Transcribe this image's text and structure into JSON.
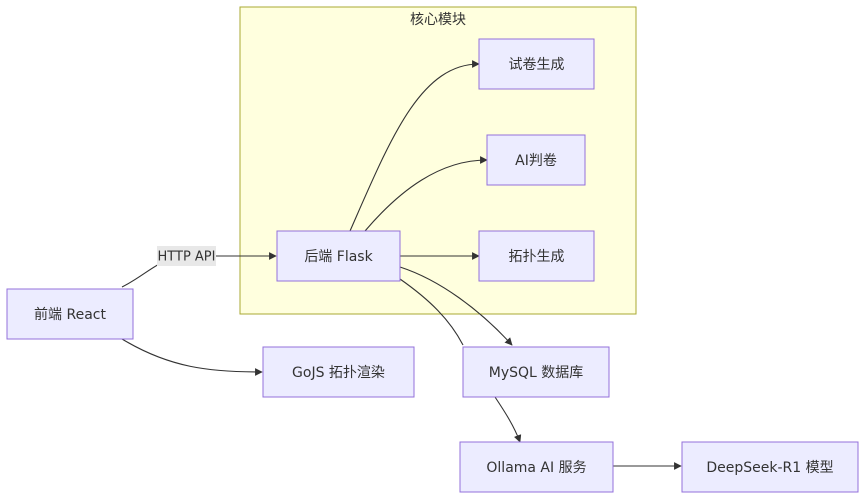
{
  "cluster": {
    "title": "核心模块"
  },
  "nodes": {
    "frontend": "前端 React",
    "backend": "后端 Flask",
    "paper_gen": "试卷生成",
    "ai_grading": "AI判卷",
    "topo_gen": "拓扑生成",
    "gojs": "GoJS 拓扑渲染",
    "mysql": "MySQL 数据库",
    "ollama": "Ollama AI 服务",
    "deepseek": "DeepSeek-R1 模型"
  },
  "edges": {
    "frontend_backend_label": "HTTP API"
  },
  "colors": {
    "node_fill": "#ECECFF",
    "node_stroke": "#9370DB",
    "cluster_fill": "#ffffde",
    "cluster_stroke": "#aaaa33",
    "edge": "#333333"
  }
}
